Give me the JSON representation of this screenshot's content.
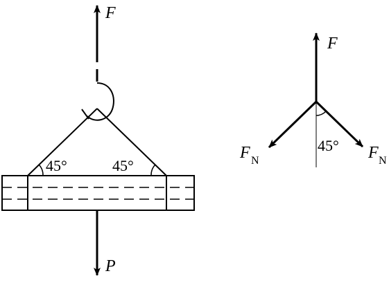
{
  "left_diagram": {
    "top_force_label": "F",
    "bottom_force_label": "P",
    "left_angle_label": "45°",
    "right_angle_label": "45°"
  },
  "force_diagram": {
    "up_force_label": "F",
    "left_force_label": "F",
    "left_force_subscript": "N",
    "right_force_label": "F",
    "right_force_subscript": "N",
    "angle_label": "45°"
  },
  "colors": {
    "ink": "#000000",
    "background": "#ffffff"
  }
}
